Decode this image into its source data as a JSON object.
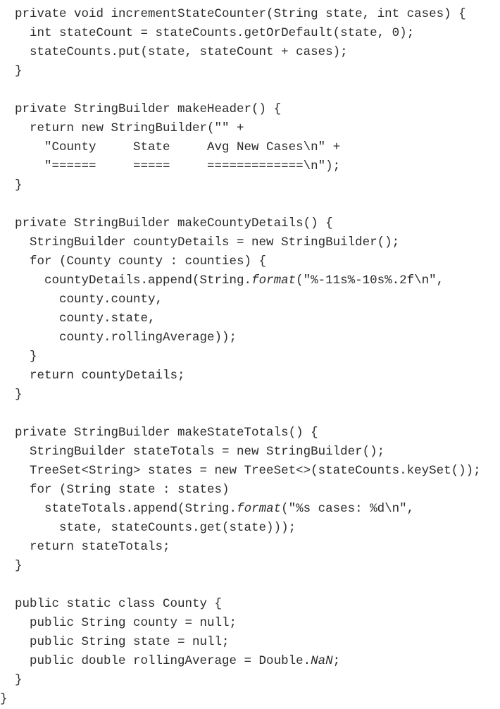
{
  "code_lines": [
    [
      {
        "t": "  private void incrementStateCounter(String state, int cases) {"
      }
    ],
    [
      {
        "t": "    int stateCount = stateCounts.getOrDefault(state, 0);"
      }
    ],
    [
      {
        "t": "    stateCounts.put(state, stateCount + cases);"
      }
    ],
    [
      {
        "t": "  }"
      }
    ],
    [
      {
        "t": ""
      }
    ],
    [
      {
        "t": "  private StringBuilder makeHeader() {"
      }
    ],
    [
      {
        "t": "    return new StringBuilder(\"\" +"
      }
    ],
    [
      {
        "t": "      \"County     State     Avg New Cases\\n\" +"
      }
    ],
    [
      {
        "t": "      \"======     =====     =============\\n\");"
      }
    ],
    [
      {
        "t": "  }"
      }
    ],
    [
      {
        "t": ""
      }
    ],
    [
      {
        "t": "  private StringBuilder makeCountyDetails() {"
      }
    ],
    [
      {
        "t": "    StringBuilder countyDetails = new StringBuilder();"
      }
    ],
    [
      {
        "t": "    for (County county : counties) {"
      }
    ],
    [
      {
        "t": "      countyDetails.append(String."
      },
      {
        "t": "format",
        "i": true
      },
      {
        "t": "(\"%-11s%-10s%.2f\\n\","
      }
    ],
    [
      {
        "t": "        county.county,"
      }
    ],
    [
      {
        "t": "        county.state,"
      }
    ],
    [
      {
        "t": "        county.rollingAverage));"
      }
    ],
    [
      {
        "t": "    }"
      }
    ],
    [
      {
        "t": "    return countyDetails;"
      }
    ],
    [
      {
        "t": "  }"
      }
    ],
    [
      {
        "t": ""
      }
    ],
    [
      {
        "t": "  private StringBuilder makeStateTotals() {"
      }
    ],
    [
      {
        "t": "    StringBuilder stateTotals = new StringBuilder();"
      }
    ],
    [
      {
        "t": "    TreeSet<String> states = new TreeSet<>(stateCounts.keySet());"
      }
    ],
    [
      {
        "t": "    for (String state : states)"
      }
    ],
    [
      {
        "t": "      stateTotals.append(String."
      },
      {
        "t": "format",
        "i": true
      },
      {
        "t": "(\"%s cases: %d\\n\","
      }
    ],
    [
      {
        "t": "        state, stateCounts.get(state)));"
      }
    ],
    [
      {
        "t": "    return stateTotals;"
      }
    ],
    [
      {
        "t": "  }"
      }
    ],
    [
      {
        "t": ""
      }
    ],
    [
      {
        "t": "  public static class County {"
      }
    ],
    [
      {
        "t": "    public String county = null;"
      }
    ],
    [
      {
        "t": "    public String state = null;"
      }
    ],
    [
      {
        "t": "    public double rollingAverage = Double."
      },
      {
        "t": "NaN",
        "i": true
      },
      {
        "t": ";"
      }
    ],
    [
      {
        "t": "  }"
      }
    ],
    [
      {
        "t": "}"
      }
    ]
  ]
}
